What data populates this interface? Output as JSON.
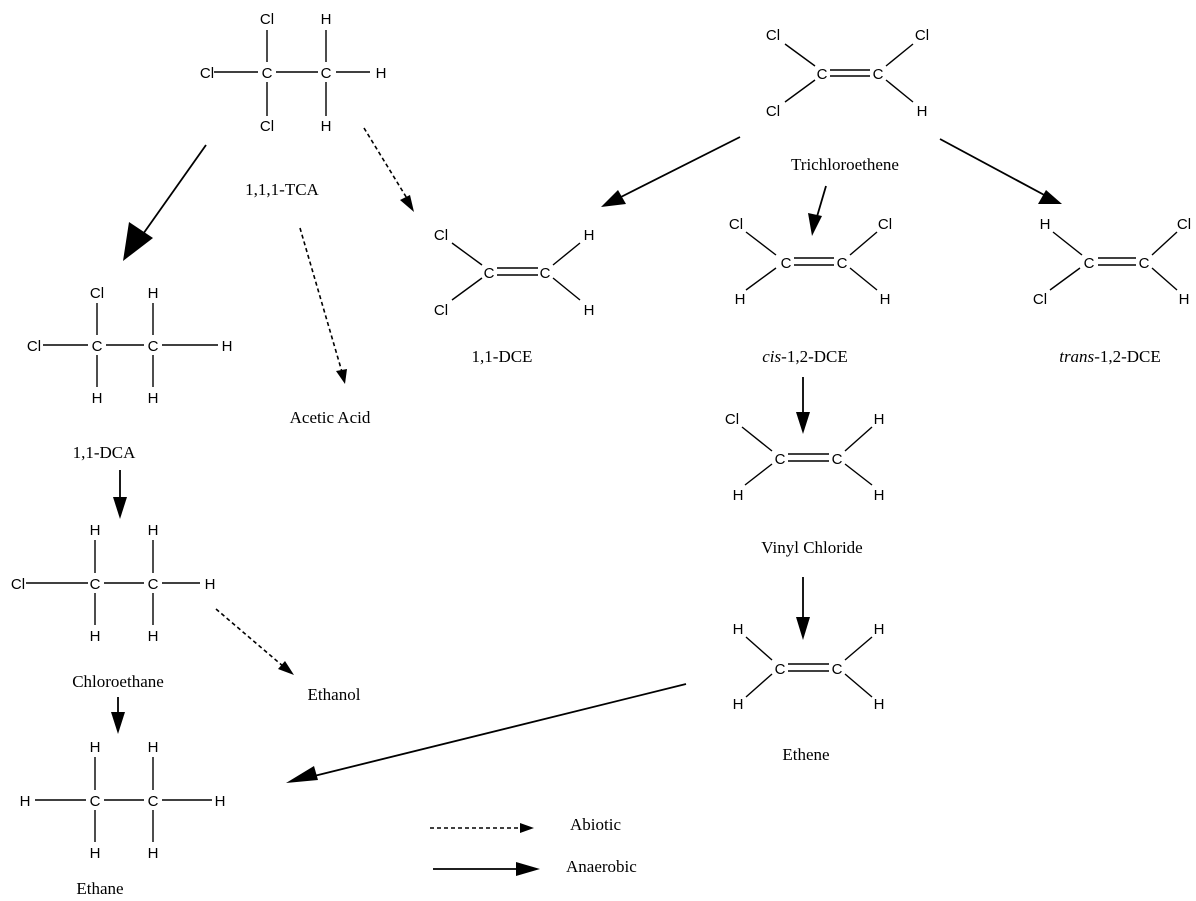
{
  "molecules": {
    "tca": {
      "name": "1,1,1-TCA",
      "atoms": [
        "Cl",
        "Cl",
        "Cl",
        "C",
        "C",
        "H",
        "H",
        "H"
      ]
    },
    "dca": {
      "name": "1,1-DCA",
      "atoms": [
        "Cl",
        "Cl",
        "C",
        "C",
        "H",
        "H",
        "H",
        "H"
      ]
    },
    "chloroethane": {
      "name": "Chloroethane",
      "atoms": [
        "Cl",
        "C",
        "C",
        "H",
        "H",
        "H",
        "H",
        "H"
      ]
    },
    "ethane": {
      "name": "Ethane",
      "atoms": [
        "H",
        "C",
        "C",
        "H",
        "H",
        "H",
        "H",
        "H"
      ]
    },
    "tce": {
      "name": "Trichloroethene",
      "atoms": [
        "Cl",
        "Cl",
        "Cl",
        "C",
        "C",
        "H"
      ]
    },
    "dce11": {
      "name": "1,1-DCE",
      "atoms": [
        "Cl",
        "Cl",
        "C",
        "C",
        "H",
        "H"
      ]
    },
    "cisdce": {
      "name_italic": "cis",
      "name_rest": "-1,2-DCE",
      "atoms": [
        "Cl",
        "Cl",
        "C",
        "C",
        "H",
        "H"
      ]
    },
    "transdce": {
      "name_italic": "trans",
      "name_rest": "-1,2-DCE",
      "atoms": [
        "H",
        "Cl",
        "C",
        "C",
        "Cl",
        "H"
      ]
    },
    "vinyl": {
      "name": "Vinyl Chloride",
      "atoms": [
        "Cl",
        "H",
        "C",
        "C",
        "H",
        "H"
      ]
    },
    "ethene": {
      "name": "Ethene",
      "atoms": [
        "H",
        "H",
        "C",
        "C",
        "H",
        "H"
      ]
    }
  },
  "products": {
    "acetic_acid": "Acetic Acid",
    "ethanol": "Ethanol"
  },
  "legend": {
    "abiotic": "Abiotic",
    "anaerobic": "Anaerobic"
  }
}
